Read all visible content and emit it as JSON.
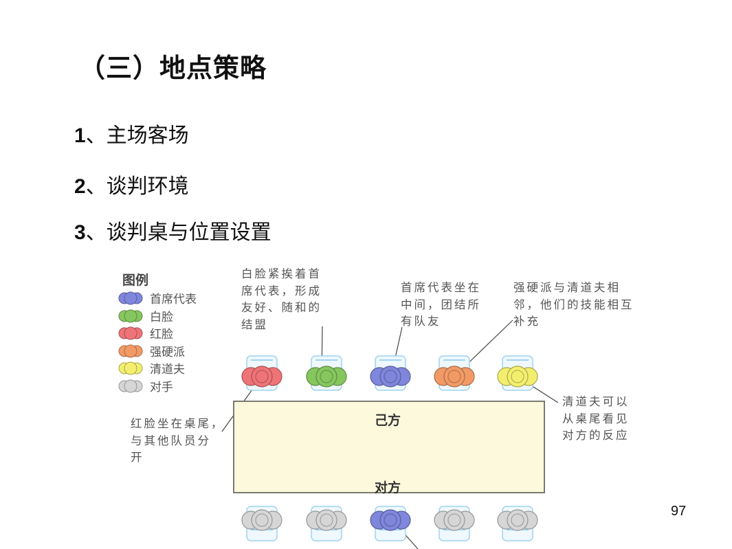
{
  "slide": {
    "title": "（三）地点策略",
    "items": [
      {
        "num": "1",
        "text": "、主场客场"
      },
      {
        "num": "2",
        "text": "、谈判环境"
      },
      {
        "num": "3",
        "text": "、谈判桌与位置设置"
      }
    ],
    "page_number": "97"
  },
  "diagram": {
    "legend_title": "图例",
    "legend": [
      {
        "label": "首席代表",
        "color": "#7f86dc",
        "icon": "blue-seat-icon"
      },
      {
        "label": "白脸",
        "color": "#86c65e",
        "icon": "green-seat-icon"
      },
      {
        "label": "红脸",
        "color": "#ef7477",
        "icon": "red-seat-icon"
      },
      {
        "label": "强硬派",
        "color": "#f29a66",
        "icon": "orange-seat-icon"
      },
      {
        "label": "清道夫",
        "color": "#f3ee6e",
        "icon": "yellow-seat-icon"
      },
      {
        "label": "对手",
        "color": "#d6d6d6",
        "icon": "grey-seat-icon"
      }
    ],
    "table_own": "己方",
    "table_opponent": "对方",
    "notes": {
      "white_face": [
        "白脸紧挨着首",
        "席代表，形成",
        "友好、随和的",
        "结盟"
      ],
      "chief": [
        "首席代表坐在",
        "中间，团结所",
        "有队友"
      ],
      "hardliner": [
        "强硬派与清道夫相",
        "邻，他们的技能相互",
        "补充"
      ],
      "sweeper": [
        "清道夫可以",
        "从桌尾看见",
        "对方的反应"
      ],
      "red_face": [
        "红脸坐在桌尾，",
        "与其他队员分",
        "开"
      ]
    }
  }
}
